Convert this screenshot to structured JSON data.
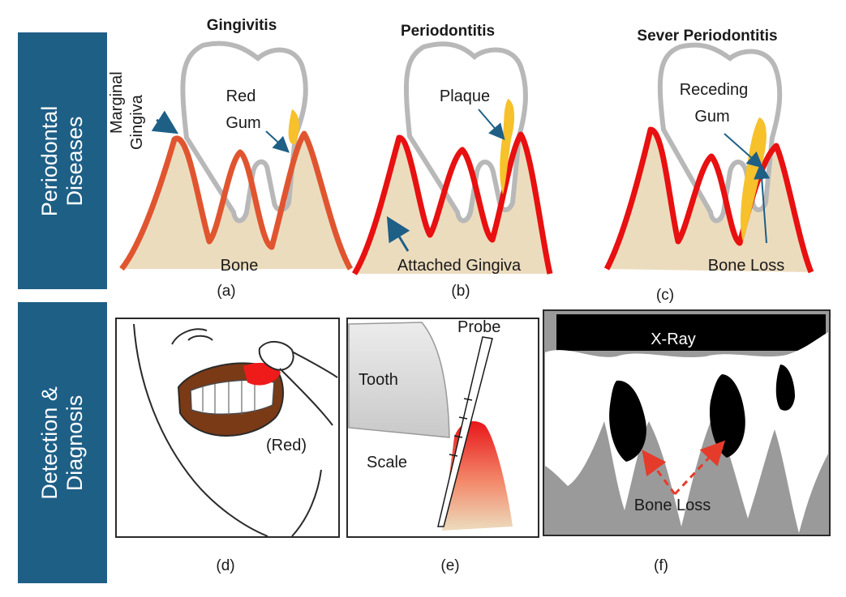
{
  "sections": {
    "top": {
      "line1": "Periodontal",
      "line2": "Diseases"
    },
    "bottom": {
      "line1": "Detection &",
      "line2": "Diagnosis"
    }
  },
  "panels": {
    "a": {
      "title": "Gingivitis",
      "label_marginal": "Marginal",
      "label_gingiva": "Gingiva",
      "label_red": "Red",
      "label_gum": "Gum",
      "label_bone": "Bone",
      "caption": "(a)"
    },
    "b": {
      "title": "Periodontitis",
      "label_plaque": "Plaque",
      "label_attached": "Attached Gingiva",
      "caption": "(b)"
    },
    "c": {
      "title": "Sever Periodontitis",
      "label_receding": "Receding",
      "label_gum": "Gum",
      "label_boneloss": "Bone Loss",
      "caption": "(c)"
    },
    "d": {
      "label_red": "(Red)",
      "caption": "(d)"
    },
    "e": {
      "label_probe": "Probe",
      "label_tooth": "Tooth",
      "label_scale": "Scale",
      "caption": "(e)"
    },
    "f": {
      "label_xray": "X-Ray",
      "label_boneloss": "Bone Loss",
      "caption": "(f)"
    }
  },
  "colors": {
    "band": "#1e5f86",
    "gum_gingivitis": "#e0552f",
    "gum_periodontitis": "#e81010",
    "bone": "#ecdcbe",
    "plaque": "#f6c12a",
    "tooth_outline": "#b8b8b8",
    "arrow": "#1e5f86",
    "xray_bone": "#9a9a9a"
  }
}
